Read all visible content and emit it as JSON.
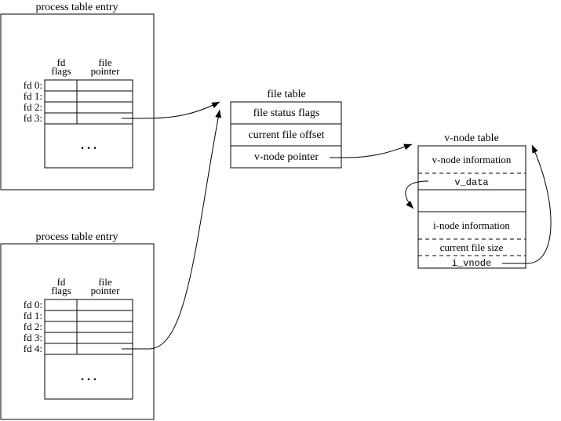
{
  "process_entry_1": {
    "title": "process table entry",
    "col_fd_flags": [
      "fd",
      "flags"
    ],
    "col_file_pointer": [
      "file",
      "pointer"
    ],
    "rows": [
      "fd 0:",
      "fd 1:",
      "fd 2:",
      "fd 3:"
    ],
    "ellipsis": ". . ."
  },
  "process_entry_2": {
    "title": "process table entry",
    "col_fd_flags": [
      "fd",
      "flags"
    ],
    "col_file_pointer": [
      "file",
      "pointer"
    ],
    "rows": [
      "fd 0:",
      "fd 1:",
      "fd 2:",
      "fd 3:",
      "fd 4:"
    ],
    "ellipsis": ". . ."
  },
  "file_table": {
    "title": "file table",
    "rows": [
      "file status flags",
      "current file offset",
      "v-node pointer"
    ]
  },
  "vnode_table": {
    "title": "v-node table",
    "vnode_info": "v-node information",
    "v_data": "v_data",
    "inode_info": "i-node information",
    "current_file_size": "current file size",
    "i_vnode": "i_vnode"
  }
}
